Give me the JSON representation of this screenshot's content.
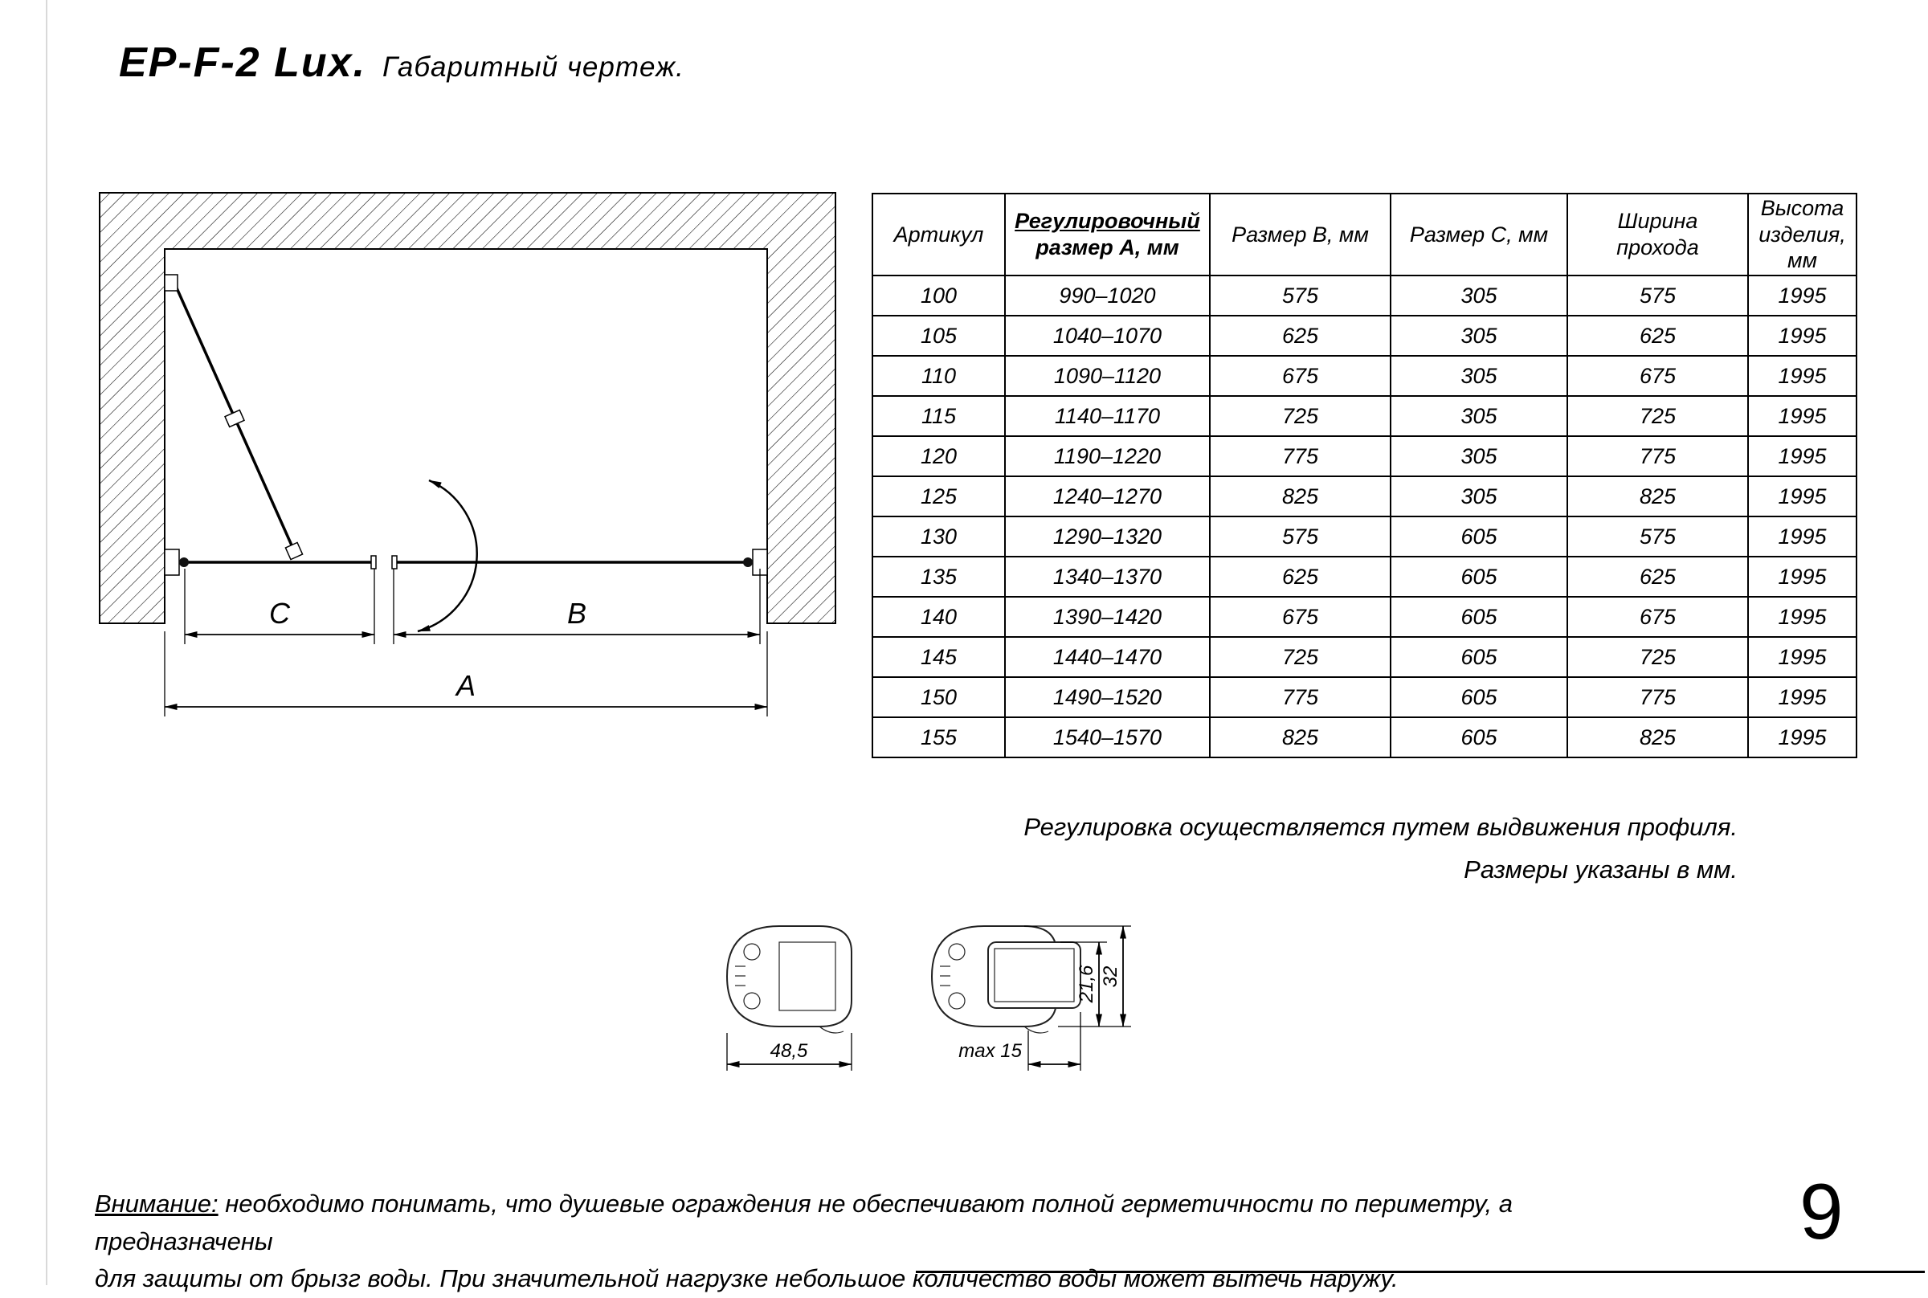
{
  "page": {
    "title": "EP-F-2 Lux.",
    "subtitle": "Габаритный чертеж.",
    "number": "9"
  },
  "drawing": {
    "dim_a": "A",
    "dim_b": "B",
    "dim_c": "C"
  },
  "table": {
    "headers": [
      [
        "Артикул"
      ],
      [
        "Регулировочный",
        "размер А, мм"
      ],
      [
        "Размер В, мм"
      ],
      [
        "Размер С, мм"
      ],
      [
        "Ширина",
        "прохода"
      ],
      [
        "Высота",
        "изделия,",
        "мм"
      ]
    ],
    "rows": [
      [
        "100",
        "990–1020",
        "575",
        "305",
        "575",
        "1995"
      ],
      [
        "105",
        "1040–1070",
        "625",
        "305",
        "625",
        "1995"
      ],
      [
        "110",
        "1090–1120",
        "675",
        "305",
        "675",
        "1995"
      ],
      [
        "115",
        "1140–1170",
        "725",
        "305",
        "725",
        "1995"
      ],
      [
        "120",
        "1190–1220",
        "775",
        "305",
        "775",
        "1995"
      ],
      [
        "125",
        "1240–1270",
        "825",
        "305",
        "825",
        "1995"
      ],
      [
        "130",
        "1290–1320",
        "575",
        "605",
        "575",
        "1995"
      ],
      [
        "135",
        "1340–1370",
        "625",
        "605",
        "625",
        "1995"
      ],
      [
        "140",
        "1390–1420",
        "675",
        "605",
        "675",
        "1995"
      ],
      [
        "145",
        "1440–1470",
        "725",
        "605",
        "725",
        "1995"
      ],
      [
        "150",
        "1490–1520",
        "775",
        "605",
        "775",
        "1995"
      ],
      [
        "155",
        "1540–1570",
        "825",
        "605",
        "825",
        "1995"
      ]
    ]
  },
  "notes": {
    "line1": "Регулировка осуществляется путем выдвижения профиля.",
    "line2": "Размеры указаны в мм."
  },
  "profiles": {
    "width_total": "48,5",
    "extension_max": "max 15",
    "height_inner": "21,6",
    "height_total": "32"
  },
  "footer": {
    "warning_label": "Внимание:",
    "line1": "необходимо понимать, что душевые ограждения не обеспечивают полной герметичности по периметру, а предназначены",
    "line2": "для защиты от брызг воды. При значительной нагрузке небольшое количество воды может вытечь наружу."
  }
}
